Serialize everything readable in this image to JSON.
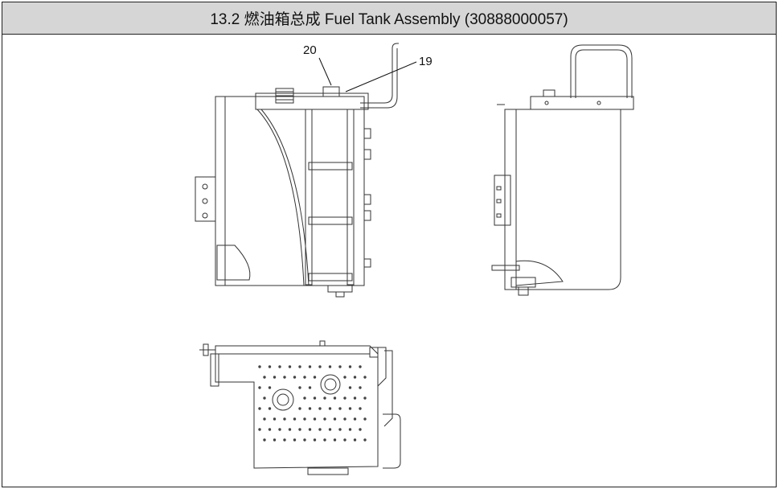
{
  "header": {
    "title": "13.2 燃油箱总成  Fuel Tank Assembly (30888000057)"
  },
  "drawing": {
    "callouts": [
      {
        "label": "20"
      },
      {
        "label": "19"
      }
    ]
  }
}
